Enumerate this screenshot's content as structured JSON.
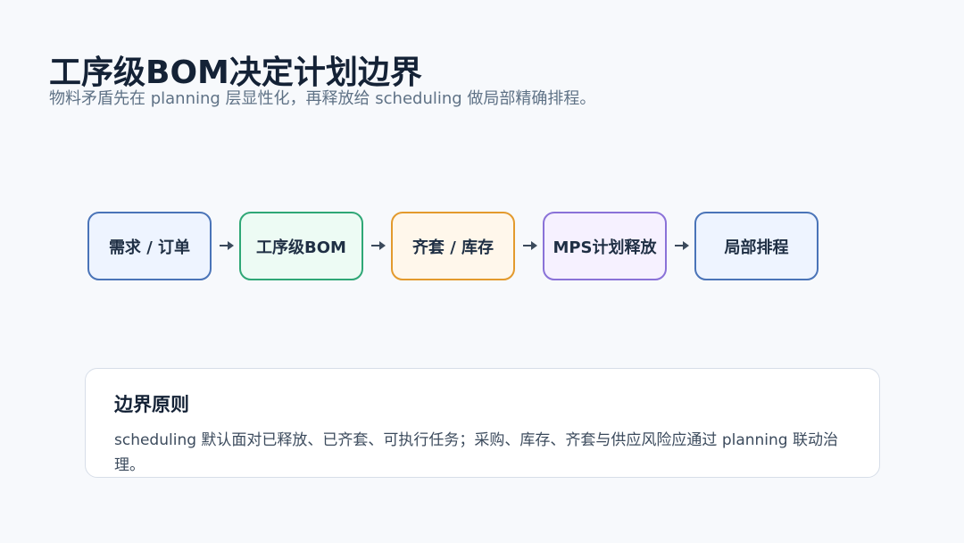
{
  "title": "工序级BOM决定计划边界",
  "subtitle": "物料矛盾先在 planning 层显性化，再释放给 scheduling 做局部精确排程。",
  "flow": {
    "nodes": [
      {
        "label": "需求 / 订单",
        "border": "#4a74b8",
        "fill": "#eef4ff"
      },
      {
        "label": "工序级BOM",
        "border": "#2fa776",
        "fill": "#edfbf4"
      },
      {
        "label": "齐套 / 库存",
        "border": "#e39a2d",
        "fill": "#fff7eb"
      },
      {
        "label": "MPS计划释放",
        "border": "#8a72d8",
        "fill": "#f6f1ff"
      },
      {
        "label": "局部排程",
        "border": "#4a74b8",
        "fill": "#eef4ff"
      }
    ],
    "arrow_color": "#3b4a5c"
  },
  "principle": {
    "title": "边界原则",
    "body": "scheduling 默认面对已释放、已齐套、可执行任务；采购、库存、齐套与供应风险应通过 planning 联动治理。"
  }
}
